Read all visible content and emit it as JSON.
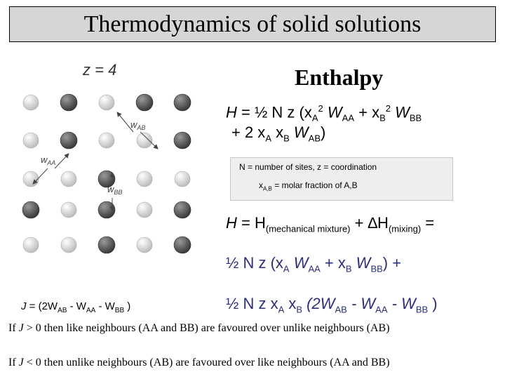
{
  "title": "Thermodynamics of solid solutions",
  "lattice": {
    "z_label": "z = 4",
    "w_ab": {
      "main": "w",
      "sub": "AB"
    },
    "w_aa": {
      "main": "w",
      "sub": "AA"
    },
    "w_bb": {
      "main": "w",
      "sub": "BB"
    },
    "colors": {
      "dark_atom": "#4a4a4a",
      "light_atom": "#e8e8e8"
    }
  },
  "heading": "Enthalpy",
  "eq1": {
    "p1": "H",
    "p2": " = ½ N z (x",
    "s1": "A",
    "sp1": "2",
    "p3": " W",
    "s2": "AA",
    "p4": " + x",
    "s3": "B",
    "sp2": "2",
    "p5": " W",
    "s4": "BB"
  },
  "eq2": {
    "p1": "+ 2 x",
    "s1": "A",
    "p2": " x",
    "s2": "B",
    "p3": " W",
    "s3": "AB",
    "p4": ")"
  },
  "info": {
    "line1": "N = number of sites, z = coordination",
    "line2_main": "x",
    "line2_sub": "A,B",
    "line2_rest": "  = molar fraction of A,B"
  },
  "eq3": {
    "p1": "H",
    "p2": " = H",
    "s1": "(mechanical mixture)",
    "p3": " +  ∆H",
    "s2": "(mixing)",
    "p4": " ="
  },
  "eq4": {
    "p1": "½ N z (x",
    "s1": "A",
    "p2": " W",
    "s2": "AA",
    "p3": " + x",
    "s3": "B",
    "p4": " W",
    "s4": "BB",
    "p5": ") +"
  },
  "eq5": {
    "p1": "½ N z x",
    "s1": "A",
    "p2": " x",
    "s2": "B",
    "p3": " (2W",
    "s3": "AB",
    "p4": " - W",
    "s4": "AA",
    "p5": " - W",
    "s5": "BB",
    "p6": " )"
  },
  "j_definition": {
    "p1": "J",
    "p2": " = (2W",
    "s1": "AB",
    "p3": " - W",
    "s2": "AA",
    "p4": " - W",
    "s3": "BB",
    "p5": " )"
  },
  "statement1": {
    "p1": "If ",
    "j": "J",
    "p2": " > 0 then like neighbours (AA and BB) are favoured over unlike neighbours (AB)"
  },
  "statement2": {
    "p1": "If ",
    "j": "J",
    "p2": " < 0 then unlike neighbours (AB) are favoured over like neighbours (AA and BB)"
  }
}
